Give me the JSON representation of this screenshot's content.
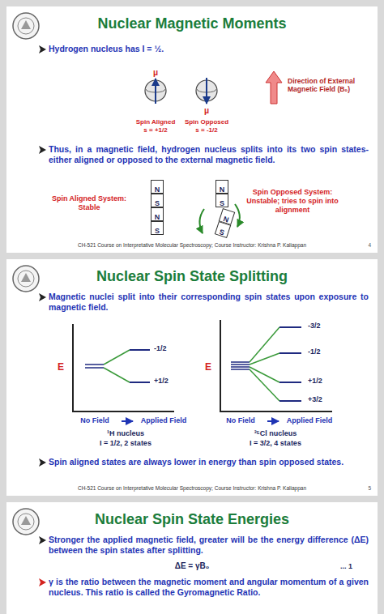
{
  "diagram": {
    "nodes": [
      {
        "text": [
          "Nuclear Magnetic Moments",
          "Hydrogen nucleus has I = ½.",
          "Thus, in a magnetic field, hydrogen nucleus splits into its two spin states- either aligned or opposed to the external magnetic field.",
          "CH-521 Course on Interpretative Molecular Spectroscopy; Course Instructor: Krishna P. Kaliappan",
          "4"
        ]
      },
      {
        "text": [
          "N"
        ],
        "in": 0
      },
      {
        "text": [
          "S"
        ],
        "in": 0
      },
      {
        "text": [
          "N"
        ],
        "in": 0
      },
      {
        "text": [
          "S"
        ],
        "in": 0
      },
      {
        "text": [
          "N"
        ],
        "in": 0
      },
      {
        "text": [
          "S"
        ],
        "in": 0
      },
      {
        "text": [
          "N"
        ],
        "in": 0
      },
      {
        "text": [
          "S"
        ],
        "in": 0
      },
      {
        "text": [
          "Nuclear Spin State Splitting",
          "Magnetic nuclei split into their corresponding spin states upon exposure to magnetic field.",
          "Spin aligned states are always lower in energy than spin opposed states.",
          "CH-521 Course on Interpretative Molecular Spectroscopy; Course Instructor: Krishna P. Kaliappan",
          "5"
        ]
      },
      {
        "text": [
          "Nuclear Spin State Energies",
          "Stronger the applied magnetic field, greater will be the energy difference (ΔE) between the spin states after splitting.",
          "γ is the ratio between the magnetic moment and angular momentum of a given nucleus. This ratio is called the Gyromagnetic Ratio."
        ]
      }
    ],
    "labels": [
      "μ",
      "μ",
      "Direction of External Magnetic Field (B₀)",
      "Spin Aligned",
      "s = +1/2",
      "Spin Opposed",
      "s = -1/2",
      "Spin Aligned System: Stable",
      "Spin Opposed System: Unstable; tries to spin into alignment",
      "E",
      "-1/2",
      "+1/2",
      "No Field",
      "Applied Field",
      "¹H nucleus",
      "I = 1/2, 2 states",
      "E",
      "-3/2",
      "-1/2",
      "+1/2",
      "+3/2",
      "No Field",
      "Applied Field",
      "³⁵Cl nucleus",
      "I = 3/2, 4 states",
      "ΔE = γB₀",
      "... 1"
    ]
  }
}
